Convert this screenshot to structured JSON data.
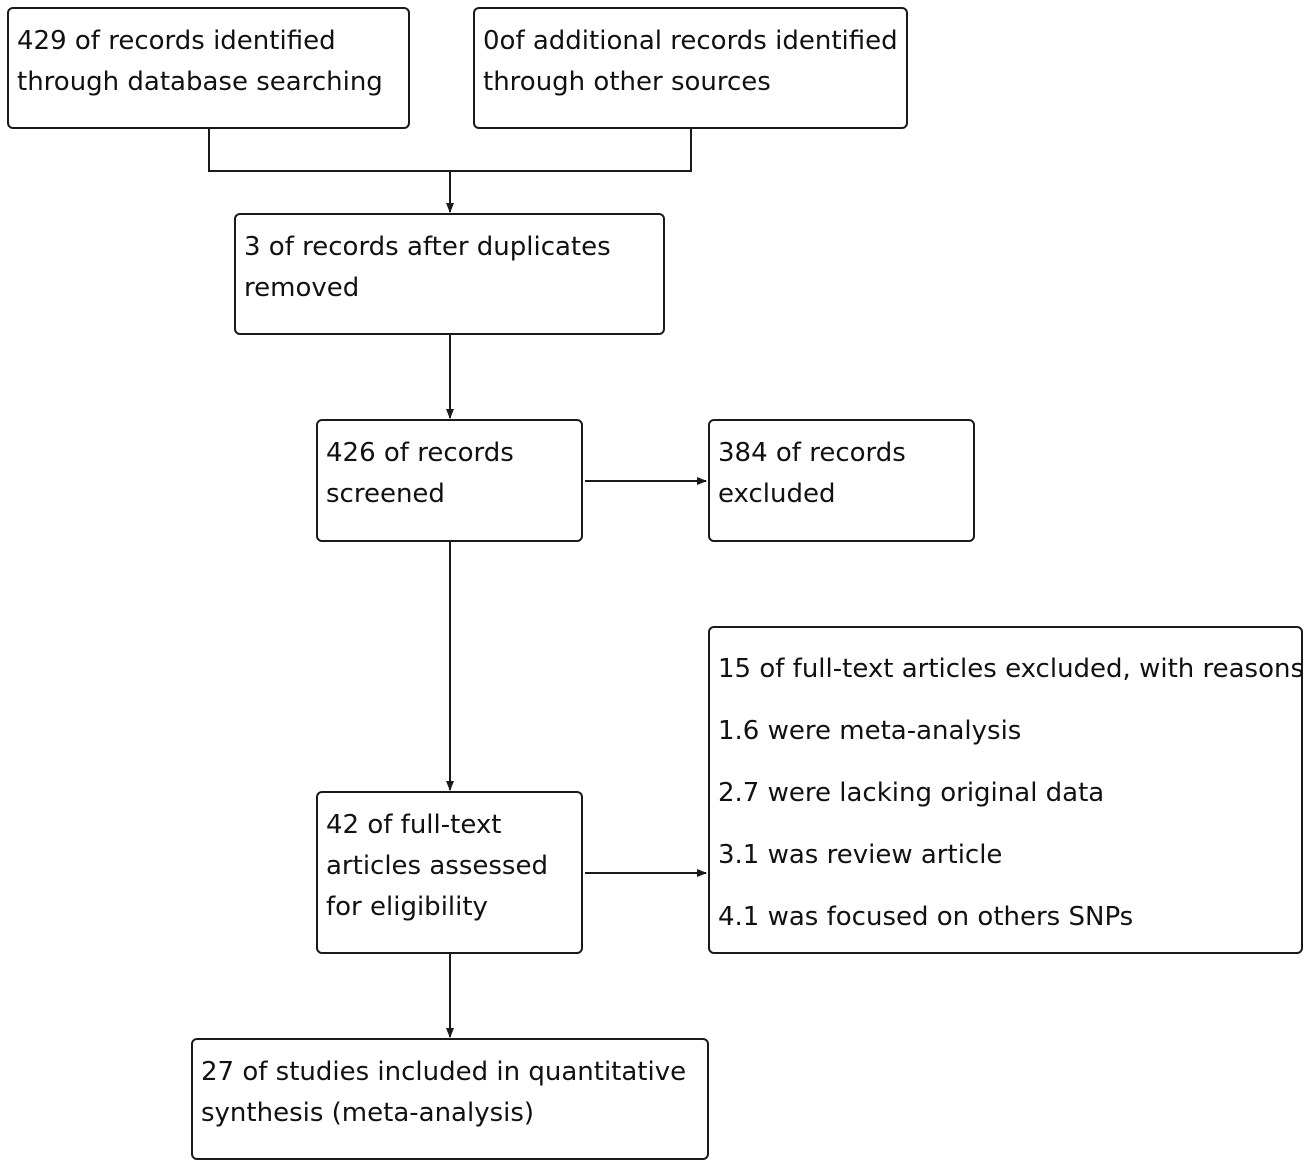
{
  "diagram": {
    "identified_db": "429 of records identified\nthrough database searching",
    "identified_other": "0of additional records identified\nthrough other sources",
    "after_duplicates": "3 of records after duplicates\nremoved",
    "screened": "426 of records\nscreened",
    "excluded": "384 of records\nexcluded",
    "eligibility": "42 of full-text\narticles assessed\nfor eligibility",
    "fulltext_excluded": {
      "title": "15 of full-text articles excluded, with reasons",
      "reasons": [
        "1.6 were meta-analysis",
        "2.7 were lacking original data",
        "3.1 was review article",
        "4.1 was focused on others SNPs"
      ]
    },
    "included": "27 of studies included in quantitative\nsynthesis (meta-analysis)"
  },
  "colors": {
    "stroke": "#1a1a1a",
    "text": "#111111",
    "background": "#ffffff"
  }
}
